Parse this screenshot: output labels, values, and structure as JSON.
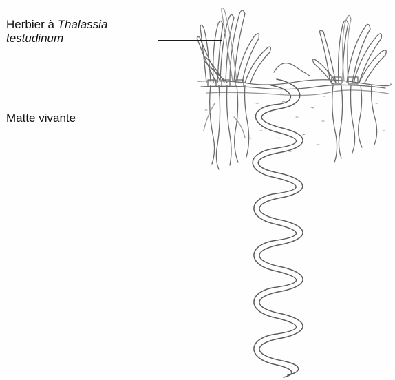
{
  "labels": {
    "herbier_prefix": "Herbier à ",
    "herbier_species": "Thalassia",
    "herbier_species_line2": "testudinum",
    "matte": "Matte vivante"
  },
  "colors": {
    "ink": "#1a1a1a",
    "pencil": "#6a6a6a",
    "pencil_light": "#9a9a9a",
    "background": "#fefefe"
  }
}
